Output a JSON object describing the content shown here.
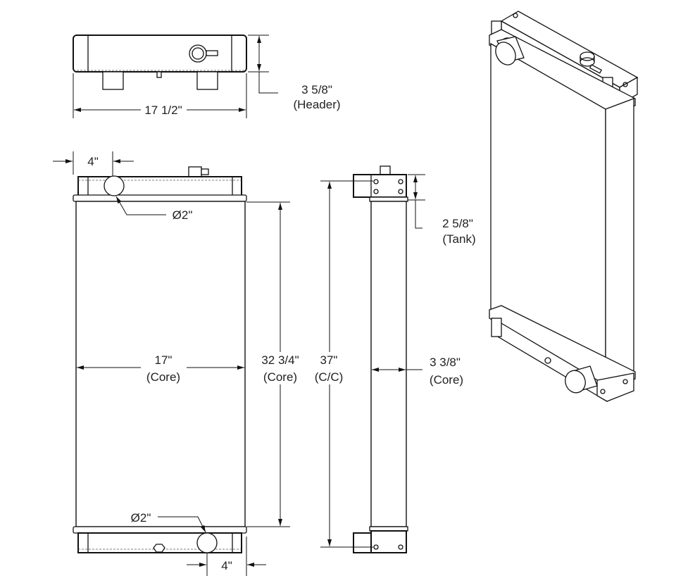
{
  "top_view": {
    "width_dim": "17 1/2\"",
    "height_dim": "3 5/8\"",
    "height_note": "(Header)"
  },
  "front_view": {
    "inlet_offset_dim": "4\"",
    "inlet_diameter": "Ø2\"",
    "core_width_dim": "17\"",
    "core_width_note": "(Core)",
    "core_height_dim": "32 3/4\"",
    "core_height_note": "(Core)",
    "outlet_diameter": "Ø2\"",
    "outlet_offset_dim": "4\""
  },
  "side_view": {
    "center_dim": "37\"",
    "center_note": "(C/C)",
    "tank_dim": "2 5/8\"",
    "tank_note": "(Tank)",
    "core_depth_dim": "3 3/8\"",
    "core_depth_note": "(Core)"
  }
}
